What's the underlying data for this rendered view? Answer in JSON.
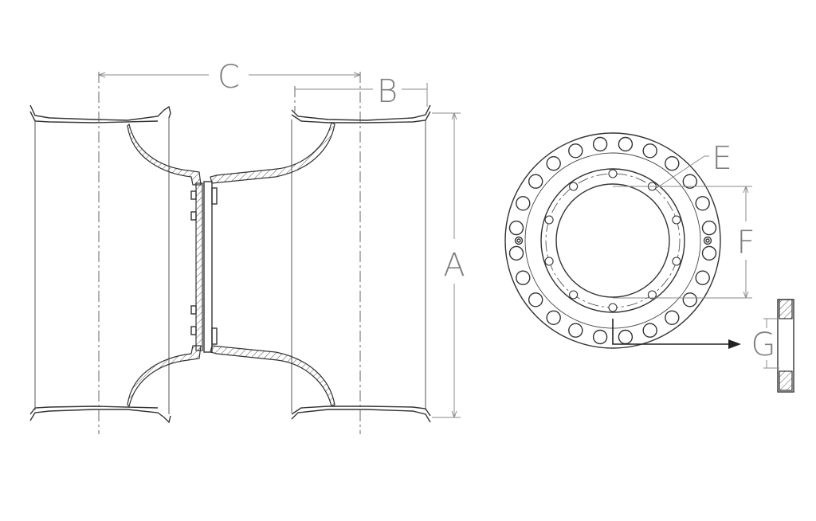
{
  "diagram": {
    "labels": {
      "a": "A",
      "b": "B",
      "c": "C",
      "e": "E",
      "f": "F",
      "g": "G"
    },
    "colors": {
      "line": "#333333",
      "label": "#7f7f7f",
      "background": "#ffffff"
    },
    "flange": {
      "outer_bolt_count": 24,
      "inner_stud_count": 10
    }
  }
}
